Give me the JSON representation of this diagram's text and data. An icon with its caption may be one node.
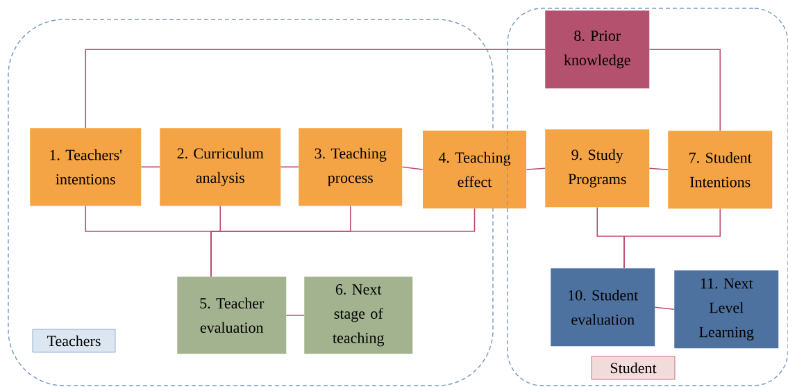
{
  "diagram": {
    "nodes": [
      {
        "text": [
          "Teachers"
        ]
      },
      {
        "text": [
          "1. Teachers' intentions"
        ],
        "in": 0
      },
      {
        "text": [
          "2. Curriculum analysis"
        ],
        "in": 0
      },
      {
        "text": [
          "3. Teaching process"
        ],
        "in": 0
      },
      {
        "text": [
          "4. Teaching effect"
        ]
      },
      {
        "text": [
          "5. Teacher evaluation"
        ],
        "in": 0
      },
      {
        "text": [
          "6. Next stage of teaching"
        ],
        "in": 0
      },
      {
        "text": [
          "Student"
        ]
      },
      {
        "text": [
          "8. Prior knowledge"
        ],
        "in": 7
      },
      {
        "text": [
          "9. Study Programs"
        ],
        "in": 7
      },
      {
        "text": [
          "7. Student Intentions"
        ],
        "in": 7
      },
      {
        "text": [
          "10. Student evaluation"
        ],
        "in": 7
      },
      {
        "text": [
          "11. Next Level Learning"
        ],
        "in": 7
      }
    ],
    "edges": [
      {
        "from": 1,
        "to": 8,
        "arrow": "none"
      },
      {
        "from": 8,
        "to": 10,
        "arrow": "none"
      },
      {
        "from": 1,
        "to": 2,
        "arrow": "none"
      },
      {
        "from": 2,
        "to": 3,
        "arrow": "none"
      },
      {
        "from": 3,
        "to": 4,
        "arrow": "none"
      },
      {
        "from": 4,
        "to": 9,
        "arrow": "none"
      },
      {
        "from": 9,
        "to": 10,
        "arrow": "none"
      },
      {
        "from": 1,
        "to": 5,
        "arrow": "none"
      },
      {
        "from": 2,
        "to": 5,
        "arrow": "none"
      },
      {
        "from": 3,
        "to": 5,
        "arrow": "none"
      },
      {
        "from": 4,
        "to": 5,
        "arrow": "none"
      },
      {
        "from": 5,
        "to": 6,
        "arrow": "none"
      },
      {
        "from": 9,
        "to": 11,
        "arrow": "none"
      },
      {
        "from": 10,
        "to": 11,
        "arrow": "none"
      },
      {
        "from": 11,
        "to": 12,
        "arrow": "none"
      }
    ]
  }
}
